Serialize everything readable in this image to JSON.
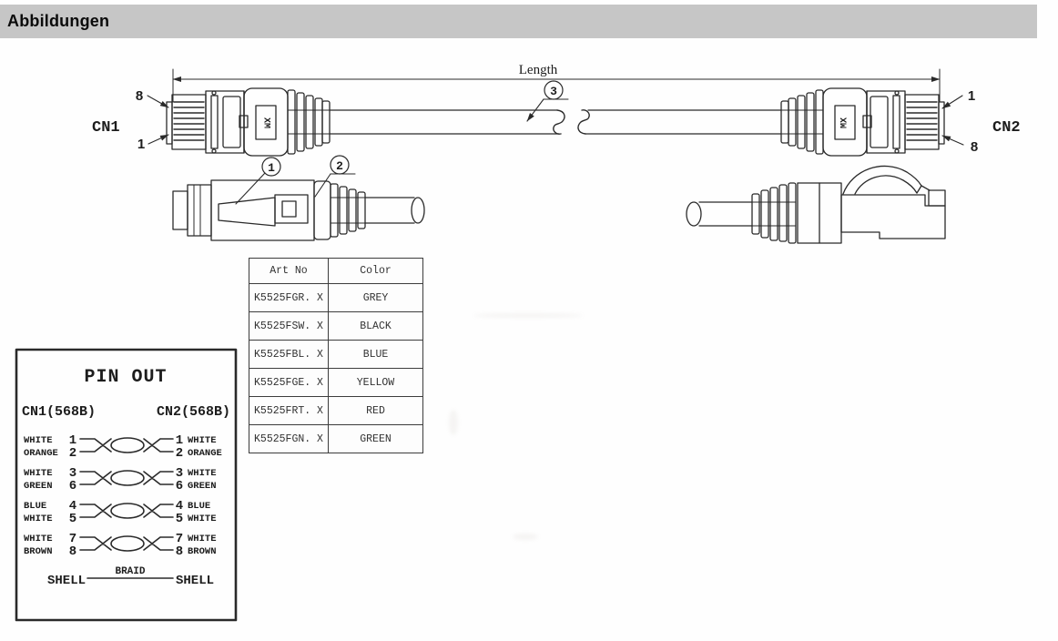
{
  "header": {
    "title": "Abbildungen"
  },
  "colors": {
    "header_bg": "#c6c6c6",
    "line": "#2a2a2a",
    "paper": "#ffffff"
  },
  "figure": {
    "length_label": "Length",
    "cn1": {
      "label": "CN1",
      "pin_top": "8",
      "pin_bottom": "1"
    },
    "cn2": {
      "label": "CN2",
      "pin_top": "1",
      "pin_bottom": "8"
    },
    "callouts": {
      "c1": "1",
      "c2": "2",
      "c3": "3"
    },
    "boot_logo": "XM"
  },
  "art_table": {
    "headers": [
      "Art No",
      "Color"
    ],
    "rows": [
      [
        "K5525FGR. X",
        "GREY"
      ],
      [
        "K5525FSW. X",
        "BLACK"
      ],
      [
        "K5525FBL. X",
        "BLUE"
      ],
      [
        "K5525FGE. X",
        "YELLOW"
      ],
      [
        "K5525FRT. X",
        "RED"
      ],
      [
        "K5525FGN. X",
        "GREEN"
      ]
    ]
  },
  "pinout": {
    "title": "PIN OUT",
    "cn1_header": "CN1(568B)",
    "cn2_header": "CN2(568B)",
    "pairs": [
      {
        "left": [
          "WHITE",
          "ORANGE"
        ],
        "pins_left": [
          "1",
          "2"
        ],
        "pins_right": [
          "1",
          "2"
        ],
        "right": [
          "WHITE",
          "ORANGE"
        ]
      },
      {
        "left": [
          "WHITE",
          "GREEN"
        ],
        "pins_left": [
          "3",
          "6"
        ],
        "pins_right": [
          "3",
          "6"
        ],
        "right": [
          "WHITE",
          "GREEN"
        ]
      },
      {
        "left": [
          "BLUE",
          "WHITE"
        ],
        "pins_left": [
          "4",
          "5"
        ],
        "pins_right": [
          "4",
          "5"
        ],
        "right": [
          "BLUE",
          "WHITE"
        ]
      },
      {
        "left": [
          "WHITE",
          "BROWN"
        ],
        "pins_left": [
          "7",
          "8"
        ],
        "pins_right": [
          "7",
          "8"
        ],
        "right": [
          "WHITE",
          "BROWN"
        ]
      }
    ],
    "shell_left": "SHELL",
    "braid_label": "BRAID",
    "shell_right": "SHELL"
  }
}
